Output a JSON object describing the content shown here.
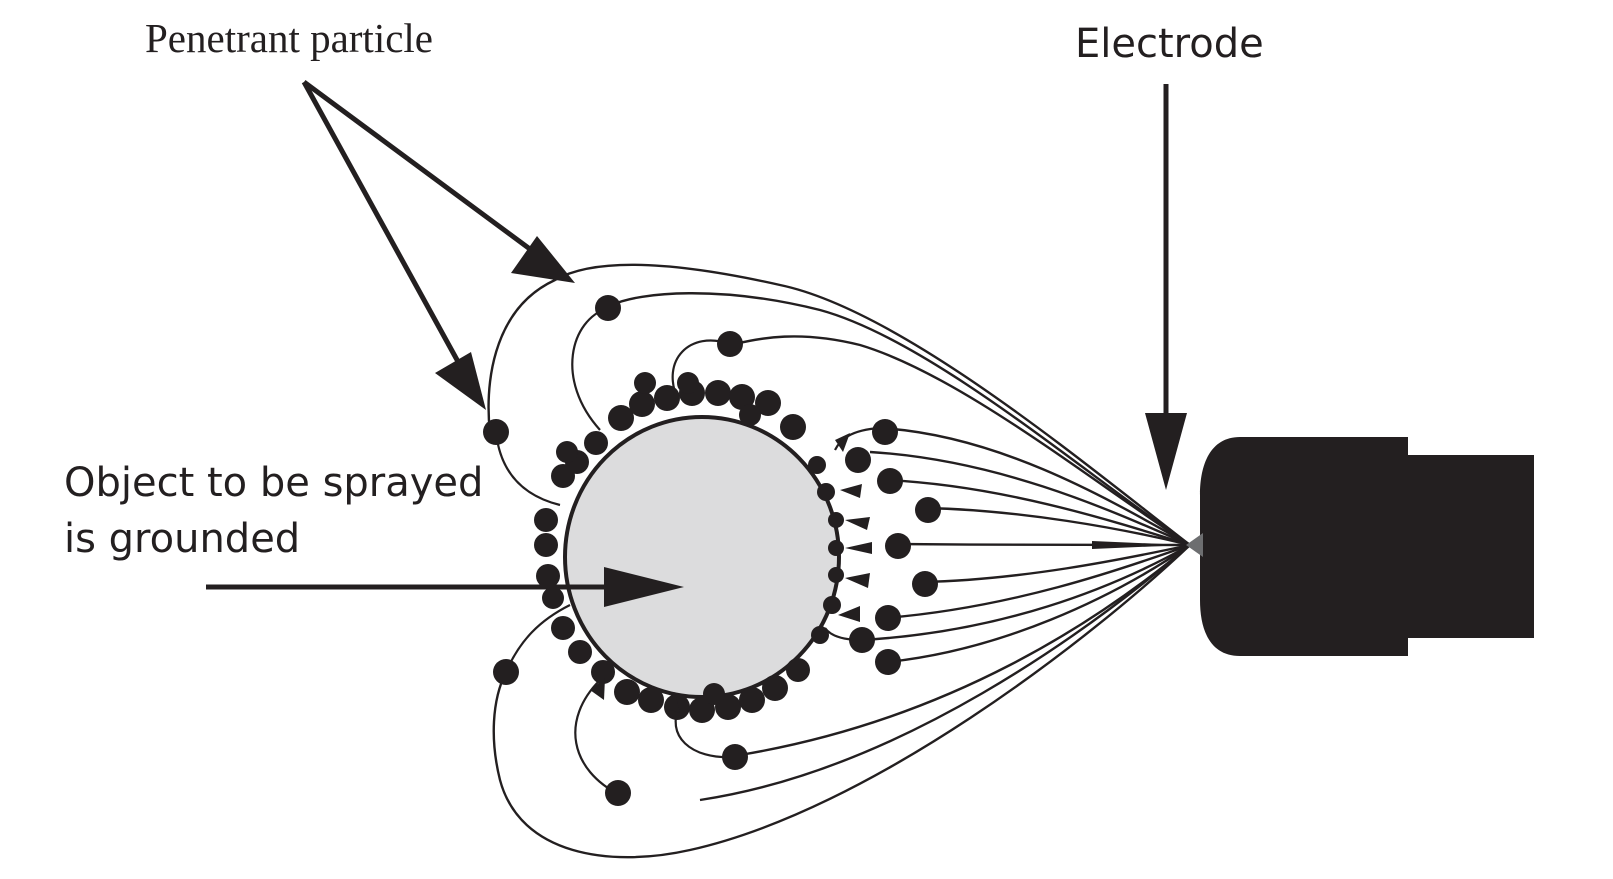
{
  "labels": {
    "penetrant_particle": "Penetrant particle",
    "electrode": "Electrode",
    "object_line1": "Object to be sprayed",
    "object_line2": "is grounded"
  },
  "colors": {
    "ink": "#231f20",
    "object_fill": "#dcdcdd",
    "electrode_tip": "#6d6e70",
    "background": "#ffffff"
  }
}
